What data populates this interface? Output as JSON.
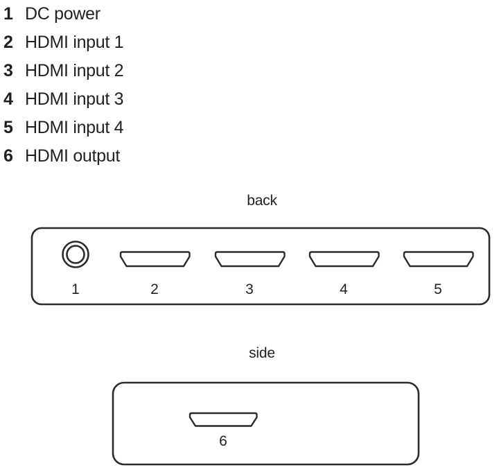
{
  "legend": {
    "items": [
      {
        "number": "1",
        "label": "DC power"
      },
      {
        "number": "2",
        "label": "HDMI input 1"
      },
      {
        "number": "3",
        "label": "HDMI input 2"
      },
      {
        "number": "4",
        "label": "HDMI input 3"
      },
      {
        "number": "5",
        "label": "HDMI input 4"
      },
      {
        "number": "6",
        "label": "HDMI output"
      }
    ]
  },
  "diagrams": {
    "back": {
      "caption": "back",
      "port_labels": [
        "1",
        "2",
        "3",
        "4",
        "5"
      ],
      "ports": [
        {
          "label": "1",
          "type": "dc-power-jack"
        },
        {
          "label": "2",
          "type": "hdmi-port"
        },
        {
          "label": "3",
          "type": "hdmi-port"
        },
        {
          "label": "4",
          "type": "hdmi-port"
        },
        {
          "label": "5",
          "type": "hdmi-port"
        }
      ]
    },
    "side": {
      "caption": "side",
      "port_labels": [
        "6"
      ],
      "ports": [
        {
          "label": "6",
          "type": "hdmi-port"
        }
      ]
    }
  },
  "colors": {
    "stroke": "#2b2b2b",
    "text": "#231f20",
    "background": "#ffffff"
  }
}
